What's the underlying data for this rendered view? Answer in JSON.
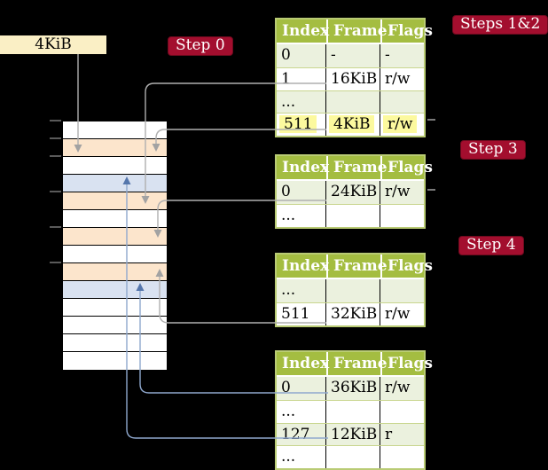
{
  "labels": {
    "frame_box": "4KiB",
    "step0": "Step 0",
    "steps12": "Steps 1&2",
    "step3": "Step 3",
    "step4": "Step 4"
  },
  "tables": [
    {
      "name": "page-table-1",
      "columns": [
        "Index",
        "Frame",
        "Flags"
      ],
      "rows": [
        {
          "cells": [
            "0",
            "-",
            "-"
          ]
        },
        {
          "cells": [
            "1",
            "16KiB",
            "r/w"
          ]
        },
        {
          "cells": [
            "...",
            "",
            ""
          ]
        },
        {
          "cells": [
            "511",
            "4KiB",
            "r/w"
          ],
          "highlighted": true
        }
      ]
    },
    {
      "name": "page-table-2",
      "columns": [
        "Index",
        "Frame",
        "Flags"
      ],
      "rows": [
        {
          "cells": [
            "0",
            "24KiB",
            "r/w"
          ]
        },
        {
          "cells": [
            "...",
            "",
            ""
          ]
        }
      ]
    },
    {
      "name": "page-table-3",
      "columns": [
        "Index",
        "Frame",
        "Flags"
      ],
      "rows": [
        {
          "cells": [
            "...",
            "",
            ""
          ]
        },
        {
          "cells": [
            "511",
            "32KiB",
            "r/w"
          ]
        }
      ]
    },
    {
      "name": "page-table-4",
      "columns": [
        "Index",
        "Frame",
        "Flags"
      ],
      "rows": [
        {
          "cells": [
            "0",
            "36KiB",
            "r/w"
          ]
        },
        {
          "cells": [
            "...",
            "",
            ""
          ]
        },
        {
          "cells": [
            "127",
            "12KiB",
            "r"
          ]
        },
        {
          "cells": [
            "...",
            "",
            ""
          ]
        }
      ]
    }
  ],
  "memory_column": {
    "row_pattern": [
      "white",
      "orange",
      "white",
      "blue",
      "orange",
      "white",
      "orange",
      "white",
      "orange",
      "blue",
      "white",
      "white",
      "white",
      "white"
    ],
    "tick_y_positions": [
      136,
      156,
      176,
      216,
      256,
      296
    ]
  },
  "connections": [
    {
      "from": "4KiB frame box",
      "to": "memory row 2 (orange)",
      "color": "gray"
    },
    {
      "from": "page-table-1 row 1 (16KiB)",
      "to": "memory row 5 (orange)",
      "color": "gray"
    },
    {
      "from": "page-table-1 row 511 (4KiB)",
      "to": "memory row 2 (orange)",
      "color": "gray"
    },
    {
      "from": "page-table-2 row 0 (24KiB)",
      "to": "memory row 7 (orange)",
      "color": "gray"
    },
    {
      "from": "page-table-3 row 511 (32KiB)",
      "to": "memory row 9 (orange)",
      "color": "gray"
    },
    {
      "from": "page-table-4 row 0 (36KiB)",
      "to": "memory row 10 (blue)",
      "color": "blue"
    },
    {
      "from": "page-table-4 row 127 (12KiB)",
      "to": "memory row 4 (blue)",
      "color": "blue"
    }
  ],
  "colors": {
    "table_header_green": "#a4bd41",
    "table_border_green": "#b9cb74",
    "row_shade_green": "#ebf1de",
    "highlight_yellow": "#fcf99e",
    "frame_orange": "#fce5cc",
    "frame_blue": "#d9e2f1",
    "label_red": "#a30e2e",
    "frame_box_cream": "#faefc5",
    "connector_gray": "#afafaf",
    "connector_blue": "#8fa8ce",
    "arrow_blue": "#5476ac"
  }
}
